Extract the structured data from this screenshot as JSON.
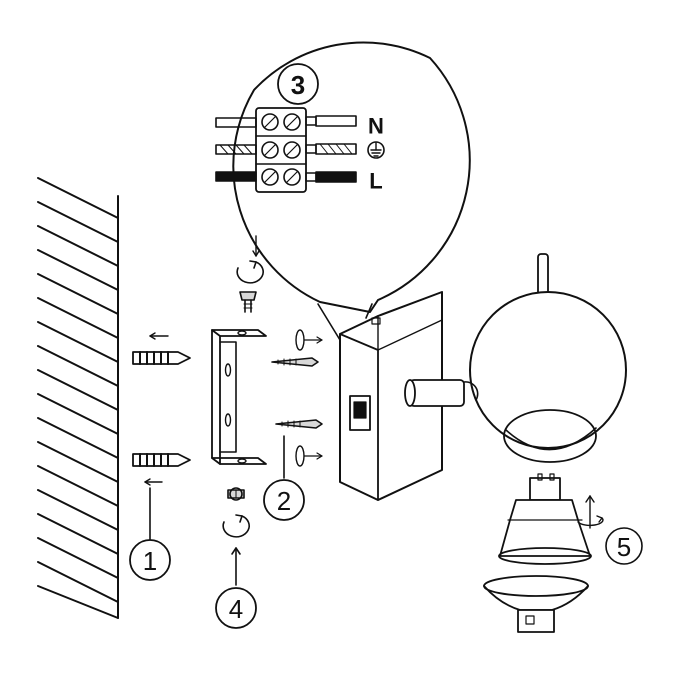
{
  "diagram": {
    "steps": {
      "step1": "1",
      "step2": "2",
      "step3": "3",
      "step4": "4",
      "step5": "5"
    },
    "terminals": {
      "neutral": "N",
      "live": "L"
    },
    "icons": {
      "earth": "earth-ground-icon",
      "rotate": "rotate-arrow-icon",
      "screw": "screw-icon",
      "wall_plug": "wall-plug-icon"
    },
    "colors": {
      "line": "#111111",
      "background": "#ffffff",
      "shade": "#d8d8d8"
    }
  }
}
